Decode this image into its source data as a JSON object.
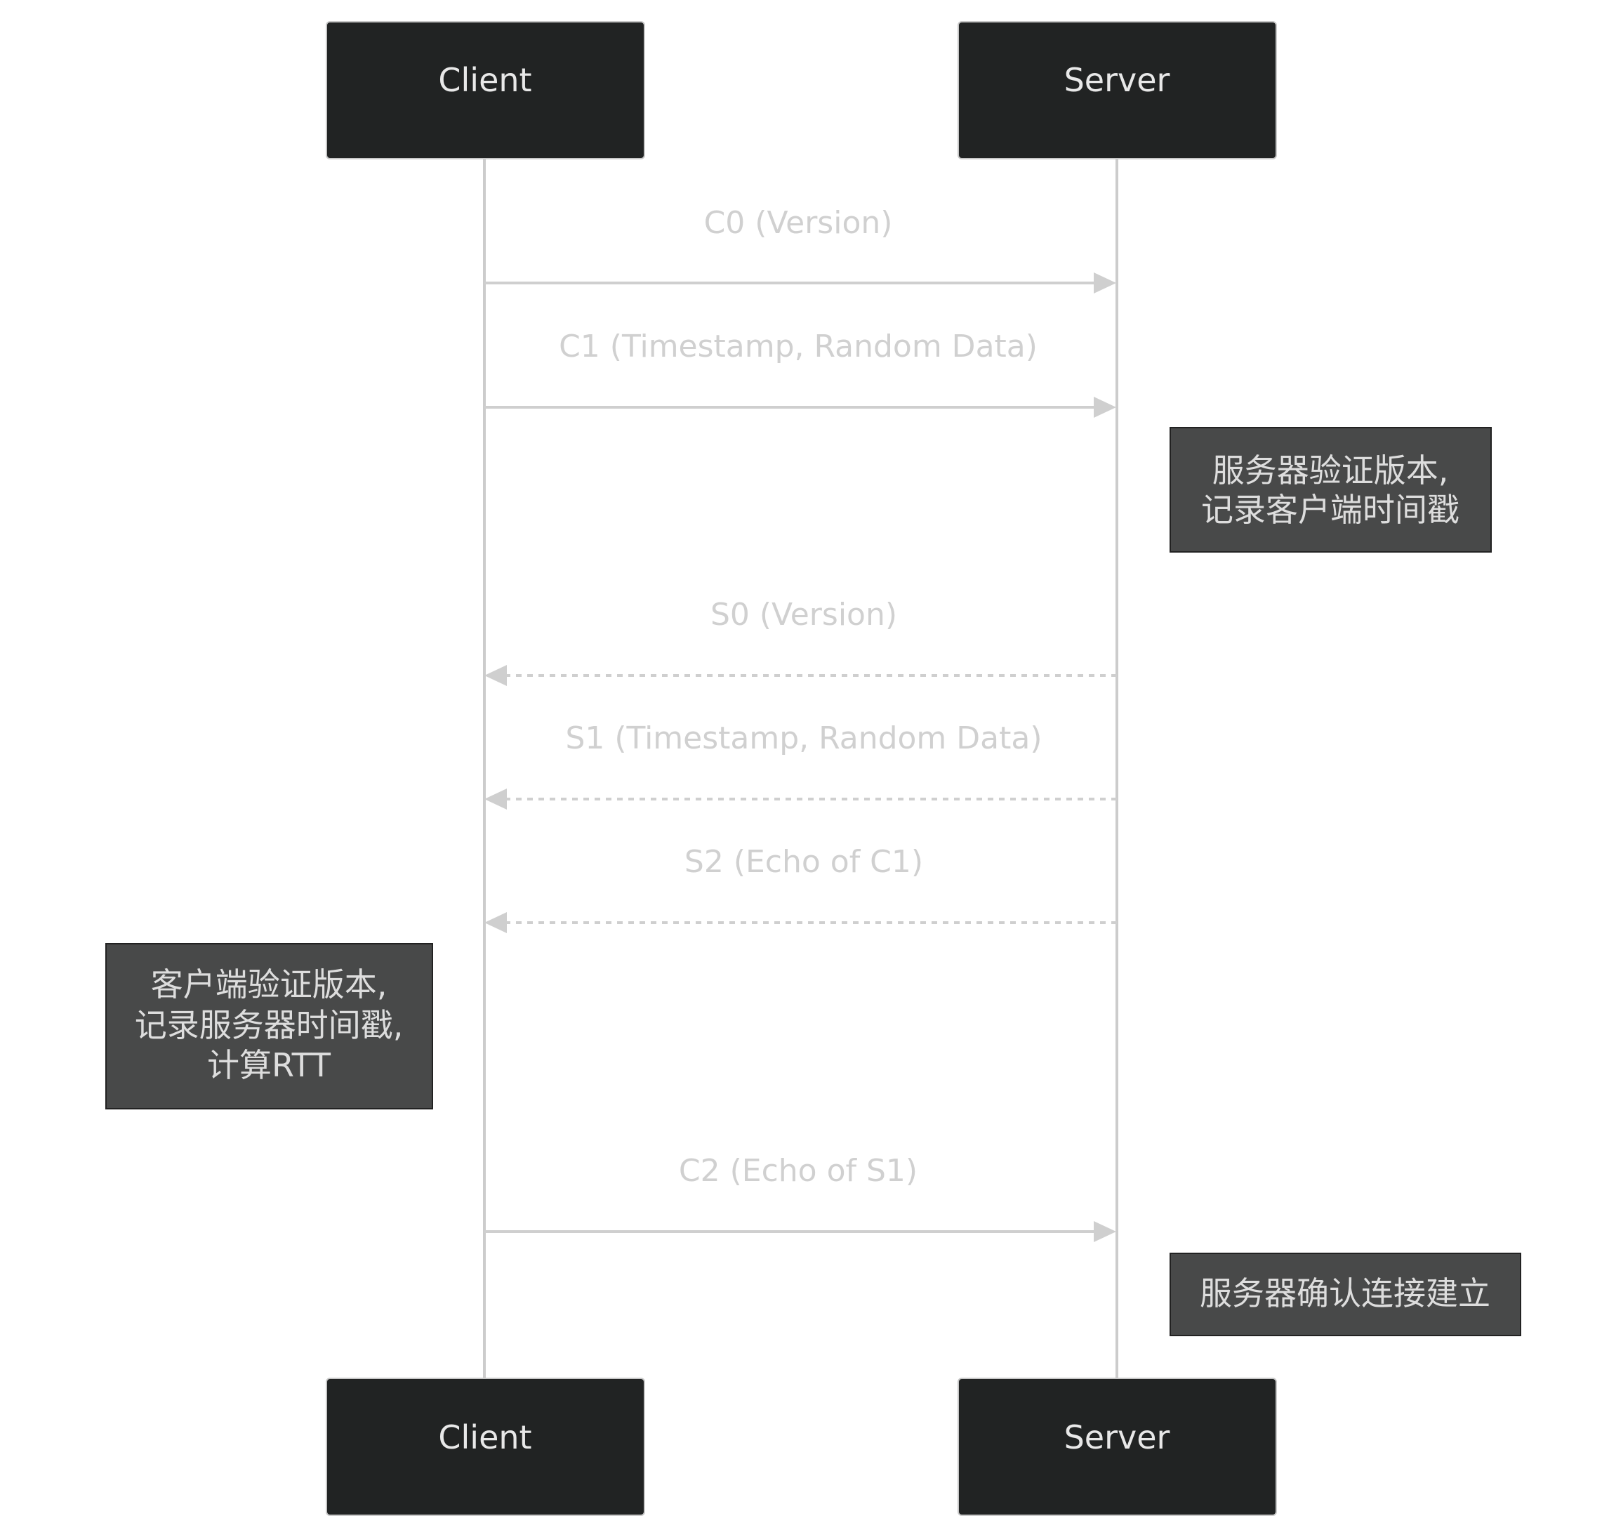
{
  "actors": [
    {
      "id": "client",
      "label": "Client"
    },
    {
      "id": "server",
      "label": "Server"
    }
  ],
  "messages": [
    {
      "id": "c0",
      "from": "client",
      "to": "server",
      "label": "C0 (Version)",
      "style": "solid"
    },
    {
      "id": "c1",
      "from": "client",
      "to": "server",
      "label": "C1 (Timestamp, Random Data)",
      "style": "solid"
    },
    {
      "id": "s0",
      "from": "server",
      "to": "client",
      "label": "S0 (Version)",
      "style": "dashed"
    },
    {
      "id": "s1",
      "from": "server",
      "to": "client",
      "label": "S1 (Timestamp, Random Data)",
      "style": "dashed"
    },
    {
      "id": "s2",
      "from": "server",
      "to": "client",
      "label": "S2 (Echo of C1)",
      "style": "dashed"
    },
    {
      "id": "c2",
      "from": "client",
      "to": "server",
      "label": "C2 (Echo of S1)",
      "style": "solid"
    }
  ],
  "notes": [
    {
      "id": "server-verify",
      "side": "right of server",
      "lines": [
        "服务器验证版本,",
        "记录客户端时间戳"
      ]
    },
    {
      "id": "client-verify",
      "side": "left of client",
      "lines": [
        "客户端验证版本,",
        "记录服务器时间戳,",
        "计算RTT"
      ]
    },
    {
      "id": "server-confirm",
      "side": "right of server",
      "lines": [
        "服务器确认连接建立"
      ]
    }
  ],
  "colors": {
    "actor_fill": "#212323",
    "note_fill": "#484949",
    "line": "#cccccc",
    "text_light": "#d0d0d0"
  }
}
